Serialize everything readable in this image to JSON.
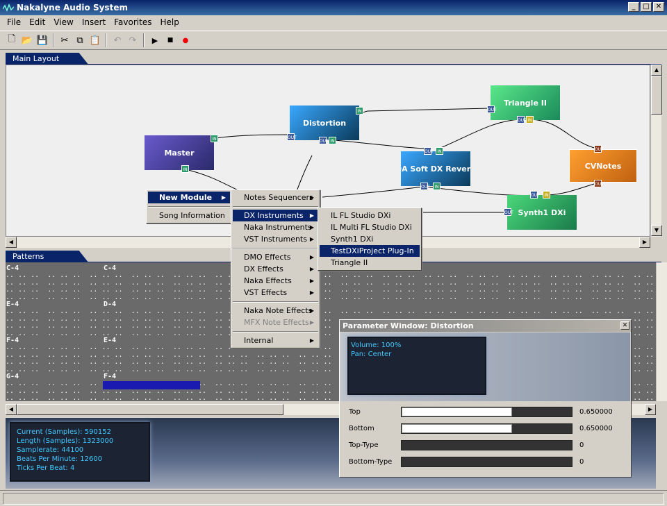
{
  "window": {
    "title": "Nakalyne Audio System",
    "minimize": "_",
    "maximize": "□",
    "close": "✕"
  },
  "menubar": [
    "File",
    "Edit",
    "View",
    "Insert",
    "Favorites",
    "Help"
  ],
  "toolbar": {
    "icons": [
      "new-document-icon",
      "open-folder-icon",
      "save-icon",
      "cut-icon",
      "copy-icon",
      "paste-icon",
      "undo-icon",
      "redo-icon",
      "play-icon",
      "stop-icon",
      "record-icon"
    ],
    "glyphs": [
      "🗋",
      "📂",
      "💾",
      "✂",
      "⧉",
      "📋",
      "↶",
      "↷",
      "▶",
      "■",
      "●"
    ]
  },
  "tabs": {
    "main_layout": "Main Layout",
    "patterns": "Patterns"
  },
  "nodes": {
    "master": "Master",
    "distortion": "Distortion",
    "triangle": "Triangle II",
    "reverb": "DA Soft DX Reverb",
    "cvnotes": "CVNotes",
    "synth": "Synth1 DXi"
  },
  "ports": {
    "in": "IN",
    "out": "OUT"
  },
  "patterns": {
    "col1_notes": [
      "C-4",
      "E-4",
      "F-4",
      "G-4"
    ],
    "col2_notes": [
      "C-4",
      "D-4",
      "E-4",
      "F-4"
    ]
  },
  "status_info": [
    "Current (Samples): 590152",
    "Length (Samples): 1323000",
    "Samplerate: 44100",
    "Beats Per Minute: 12600",
    "Ticks Per Beat: 4"
  ],
  "context_menu": {
    "level1": [
      {
        "label": "New Module",
        "selected": true,
        "submenu": true
      },
      {
        "label": "Song Information",
        "selected": false,
        "submenu": false
      }
    ],
    "level2": [
      {
        "label": "Notes Sequencers",
        "submenu": true
      },
      {
        "label": "DX Instruments",
        "submenu": true,
        "selected": true
      },
      {
        "label": "Naka Instruments",
        "submenu": true
      },
      {
        "label": "VST Instruments",
        "submenu": true
      },
      {
        "label": "DMO Effects",
        "submenu": true
      },
      {
        "label": "DX Effects",
        "submenu": true
      },
      {
        "label": "Naka Effects",
        "submenu": true
      },
      {
        "label": "VST Effects",
        "submenu": true
      },
      {
        "label": "Naka Note Effects",
        "submenu": true
      },
      {
        "label": "MFX Note Effects",
        "submenu": true,
        "disabled": true
      },
      {
        "label": "Internal",
        "submenu": true
      }
    ],
    "level3": [
      {
        "label": "IL FL Studio DXi"
      },
      {
        "label": "IL Multi FL Studio DXi"
      },
      {
        "label": "Synth1 DXi"
      },
      {
        "label": "TestDXiProject Plug-In",
        "selected": true
      },
      {
        "label": "Triangle II"
      }
    ]
  },
  "parameter_window": {
    "title": "Parameter Window: Distortion",
    "close": "✕",
    "display_lines": [
      "Volume: 100%",
      "Pan: Center"
    ],
    "params": [
      {
        "label": "Top",
        "value": "0.650000",
        "fraction": 0.65
      },
      {
        "label": "Bottom",
        "value": "0.650000",
        "fraction": 0.65
      },
      {
        "label": "Top-Type",
        "value": "0",
        "fraction": 0
      },
      {
        "label": "Bottom-Type",
        "value": "0",
        "fraction": 0
      }
    ]
  },
  "colors": {
    "title_bar": "#0a246a",
    "selection": "#0a246a",
    "lcd_text": "#44c8ff"
  }
}
